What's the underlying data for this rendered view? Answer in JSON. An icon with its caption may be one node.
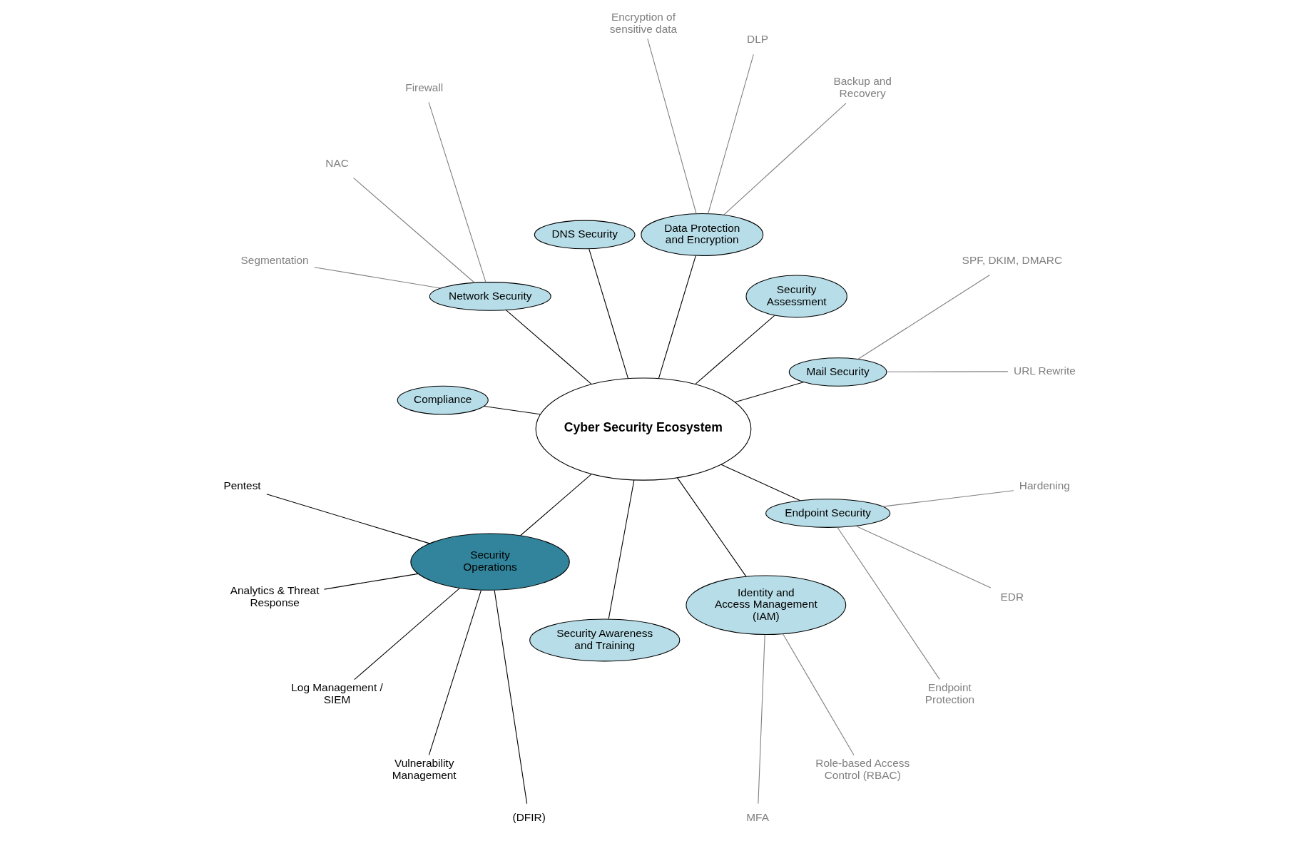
{
  "diagram": {
    "nodes": [
      {
        "text": [
          "Cyber Security Ecosystem"
        ]
      },
      {
        "text": [
          "SPF, DKIM, DMARC"
        ]
      },
      {
        "text": [
          "URL Rewrite"
        ]
      },
      {
        "text": [
          "Mail Security"
        ]
      },
      {
        "text": [
          "Backup and Recovery"
        ]
      },
      {
        "text": [
          "DLP"
        ]
      },
      {
        "text": [
          "Endpoint Protection"
        ]
      },
      {
        "text": [
          "EDR"
        ]
      },
      {
        "text": [
          "Hardening"
        ]
      },
      {
        "text": [
          "Security Assessment"
        ]
      },
      {
        "text": [
          "Data Protection and Encryption"
        ]
      },
      {
        "text": [
          "Endpoint Security"
        ]
      },
      {
        "text": [
          "Encryption of sensitive data"
        ]
      },
      {
        "text": [
          "Role-based Access Control (RBAC)"
        ]
      },
      {
        "text": [
          "DNS Security"
        ]
      },
      {
        "text": [
          "Identity and Access Management (IAM)"
        ]
      },
      {
        "text": [
          "Firewall"
        ]
      },
      {
        "text": [
          "NAC"
        ]
      },
      {
        "text": [
          "Network Security"
        ]
      },
      {
        "text": [
          "MFA"
        ]
      },
      {
        "text": [
          "Security Awareness and Training"
        ]
      },
      {
        "text": [
          "Segmentation"
        ]
      },
      {
        "text": [
          "Compliance"
        ]
      },
      {
        "text": [
          "Pentest"
        ]
      },
      {
        "text": [
          "(DFIR)"
        ]
      },
      {
        "text": [
          "Analytics & Threat Response"
        ]
      },
      {
        "text": [
          "Security Operations"
        ]
      },
      {
        "text": [
          "Vulnerability Management"
        ]
      },
      {
        "text": [
          "Log Management / SIEM"
        ]
      }
    ],
    "edges": [
      {
        "from": 0,
        "to": 3,
        "arrow": "none"
      },
      {
        "from": 0,
        "to": 9,
        "arrow": "none"
      },
      {
        "from": 0,
        "to": 10,
        "arrow": "none"
      },
      {
        "from": 0,
        "to": 14,
        "arrow": "none"
      },
      {
        "from": 0,
        "to": 18,
        "arrow": "none"
      },
      {
        "from": 0,
        "to": 22,
        "arrow": "none"
      },
      {
        "from": 0,
        "to": 26,
        "arrow": "none"
      },
      {
        "from": 0,
        "to": 20,
        "arrow": "none"
      },
      {
        "from": 0,
        "to": 15,
        "arrow": "none"
      },
      {
        "from": 0,
        "to": 11,
        "arrow": "none"
      },
      {
        "from": 3,
        "to": 1,
        "arrow": "none",
        "color": "#808080"
      },
      {
        "from": 3,
        "to": 2,
        "arrow": "none",
        "color": "#808080"
      },
      {
        "from": 11,
        "to": 6,
        "arrow": "none",
        "color": "#808080"
      },
      {
        "from": 11,
        "to": 7,
        "arrow": "none",
        "color": "#808080"
      },
      {
        "from": 11,
        "to": 8,
        "arrow": "none",
        "color": "#808080"
      },
      {
        "from": 10,
        "to": 4,
        "arrow": "none",
        "color": "#808080"
      },
      {
        "from": 10,
        "to": 5,
        "arrow": "none",
        "color": "#808080"
      },
      {
        "from": 10,
        "to": 12,
        "arrow": "none",
        "color": "#808080"
      },
      {
        "from": 15,
        "to": 13,
        "arrow": "none",
        "color": "#808080"
      },
      {
        "from": 15,
        "to": 19,
        "arrow": "none",
        "color": "#808080"
      },
      {
        "from": 18,
        "to": 16,
        "arrow": "none",
        "color": "#808080"
      },
      {
        "from": 18,
        "to": 17,
        "arrow": "none",
        "color": "#808080"
      },
      {
        "from": 18,
        "to": 21,
        "arrow": "none",
        "color": "#808080"
      },
      {
        "from": 26,
        "to": 23,
        "arrow": "none"
      },
      {
        "from": 26,
        "to": 24,
        "arrow": "none"
      },
      {
        "from": 26,
        "to": 25,
        "arrow": "none"
      },
      {
        "from": 26,
        "to": 27,
        "arrow": "none"
      },
      {
        "from": 26,
        "to": 28,
        "arrow": "none"
      }
    ]
  }
}
